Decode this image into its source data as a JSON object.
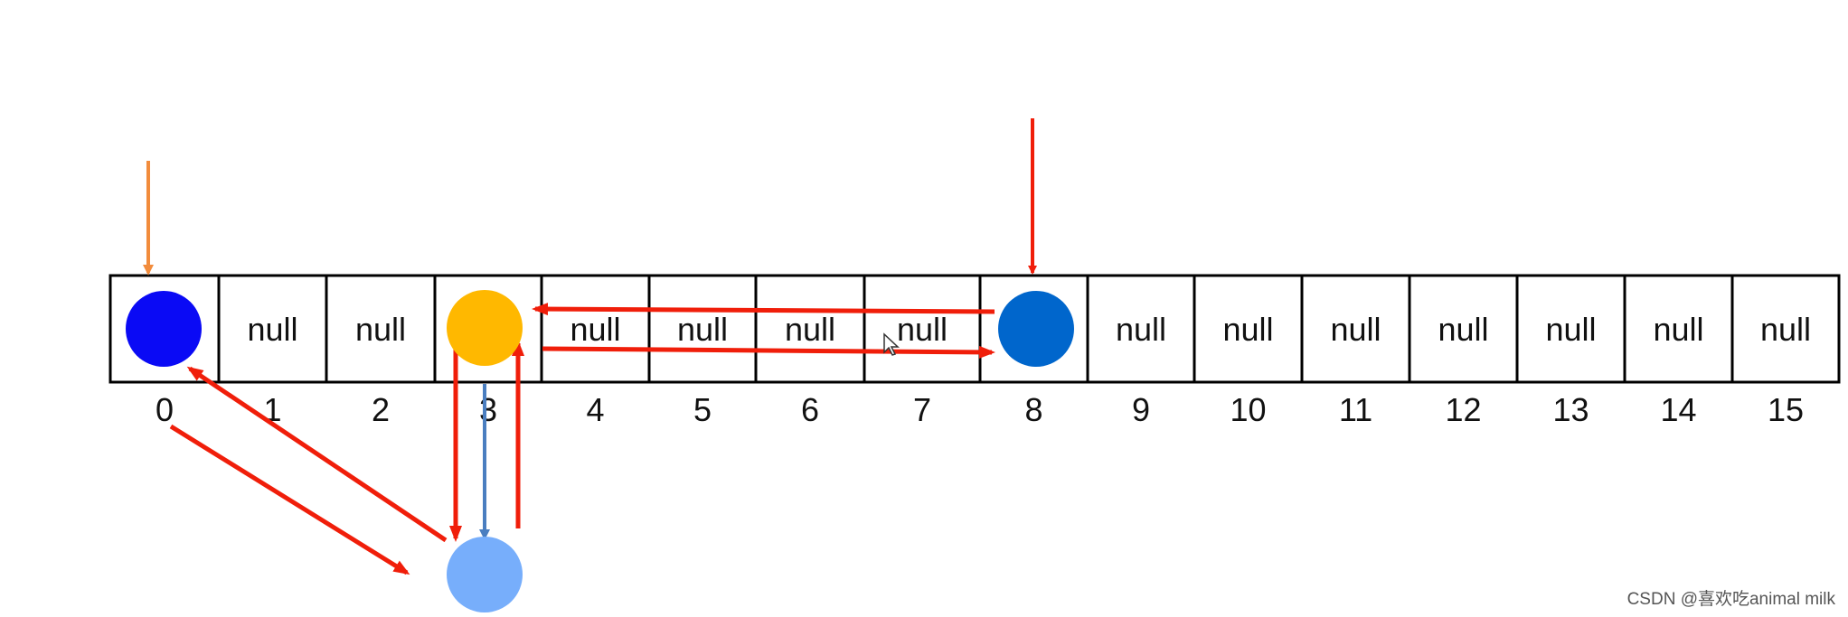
{
  "array": {
    "cells": [
      {
        "index": "0",
        "content": "",
        "node": "blue"
      },
      {
        "index": "1",
        "content": "null"
      },
      {
        "index": "2",
        "content": "null"
      },
      {
        "index": "3",
        "content": "",
        "node": "yellow"
      },
      {
        "index": "4",
        "content": "null"
      },
      {
        "index": "5",
        "content": "null"
      },
      {
        "index": "6",
        "content": "null"
      },
      {
        "index": "7",
        "content": "null"
      },
      {
        "index": "8",
        "content": "",
        "node": "darkblue"
      },
      {
        "index": "9",
        "content": "null"
      },
      {
        "index": "10",
        "content": "null"
      },
      {
        "index": "11",
        "content": "null"
      },
      {
        "index": "12",
        "content": "null"
      },
      {
        "index": "13",
        "content": "null"
      },
      {
        "index": "14",
        "content": "null"
      },
      {
        "index": "15",
        "content": "null"
      }
    ]
  },
  "colors": {
    "node_blue": "#0A0AF5",
    "node_yellow": "#FFB800",
    "node_darkblue": "#0066CC",
    "node_lightblue": "#77AEFB",
    "arrow_red": "#F01E0A",
    "arrow_orange": "#F28C3C",
    "arrow_steel": "#4A7EC0"
  },
  "watermark": "CSDN @喜欢吃animal milk"
}
